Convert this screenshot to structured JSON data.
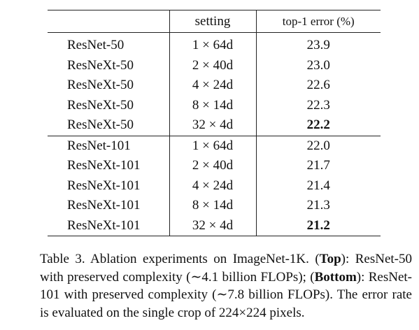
{
  "table": {
    "headers": [
      "",
      "setting",
      "top-1 error (%)"
    ],
    "groups": [
      {
        "rows": [
          {
            "model": "ResNet-50",
            "setting": "1 × 64d",
            "error": "23.9",
            "best": false
          },
          {
            "model": "ResNeXt-50",
            "setting": "2 × 40d",
            "error": "23.0",
            "best": false
          },
          {
            "model": "ResNeXt-50",
            "setting": "4 × 24d",
            "error": "22.6",
            "best": false
          },
          {
            "model": "ResNeXt-50",
            "setting": "8 × 14d",
            "error": "22.3",
            "best": false
          },
          {
            "model": "ResNeXt-50",
            "setting": "32 × 4d",
            "error": "22.2",
            "best": true
          }
        ]
      },
      {
        "rows": [
          {
            "model": "ResNet-101",
            "setting": "1 × 64d",
            "error": "22.0",
            "best": false
          },
          {
            "model": "ResNeXt-101",
            "setting": "2 × 40d",
            "error": "21.7",
            "best": false
          },
          {
            "model": "ResNeXt-101",
            "setting": "4 × 24d",
            "error": "21.4",
            "best": false
          },
          {
            "model": "ResNeXt-101",
            "setting": "8 × 14d",
            "error": "21.3",
            "best": false
          },
          {
            "model": "ResNeXt-101",
            "setting": "32 × 4d",
            "error": "21.2",
            "best": true
          }
        ]
      }
    ]
  },
  "caption": {
    "label": "Table 3.",
    "text1": " Ablation experiments on ImageNet-1K. (",
    "top": "Top",
    "text2": "): ResNet-50 with preserved complexity (∼4.1 billion FLOPs); (",
    "bottom": "Bottom",
    "text3": "): ResNet-101 with preserved complexity (∼7.8 billion FLOPs). The error rate is evaluated on the single crop of 224×224 pixels."
  }
}
